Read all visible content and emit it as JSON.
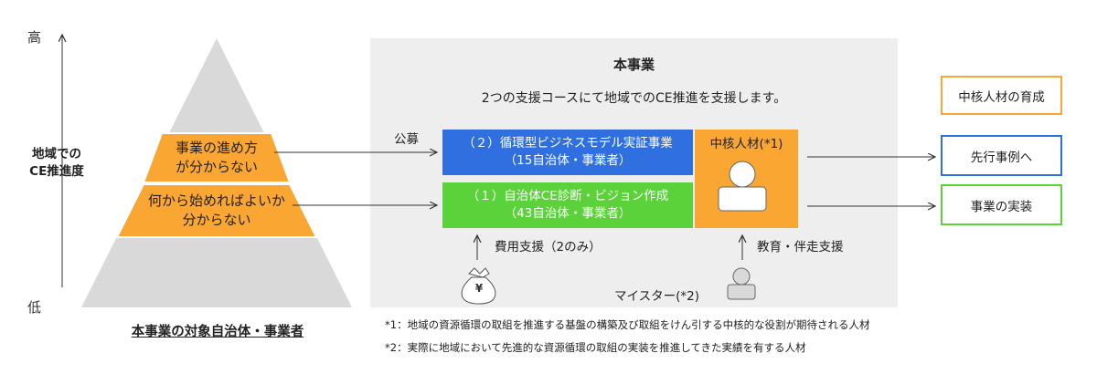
{
  "axis": {
    "high": "高",
    "low": "低",
    "label_line1": "地域での",
    "label_line2": "CE推進度"
  },
  "pyramid": {
    "level_upper": [
      "事業の進め方",
      "が分からない"
    ],
    "level_lower": [
      "何から始めればよいか",
      "分からない"
    ],
    "caption": "本事業の対象自治体・事業者"
  },
  "program": {
    "title": "本事業",
    "subtitle": "2つの支援コースにて地域でのCE推進を支援します。",
    "recruit_label": "公募",
    "course2": [
      "（２）循環型ビジネスモデル実証事業",
      "（15自治体・事業者）"
    ],
    "course1": [
      "（１）自治体CE診断・ビジョン作成",
      "（43自治体・事業者）"
    ],
    "core_person": "中核人材(*1)",
    "funding_label": "費用支援（2のみ）",
    "education_label": "教育・伴走支援",
    "meister_label": "マイスター(*2)",
    "yen_symbol": "¥"
  },
  "outcomes": {
    "training": "中核人材の育成",
    "precedent": "先行事例へ",
    "implementation": "事業の実装"
  },
  "notes": [
    "*1：地域の資源循環の取組を推進する基盤の構築及び取組をけん引する中核的な役割が期待される人材",
    "*2：実際に地域において先進的な資源循環の取組の実装を推進してきた実績を有する人材"
  ],
  "colors": {
    "orange": "#F9A633",
    "blue": "#2F6FE0",
    "green": "#5BD13A",
    "gray_panel": "#EEEEEE",
    "pyramid_gray": "#D9D9D9"
  }
}
